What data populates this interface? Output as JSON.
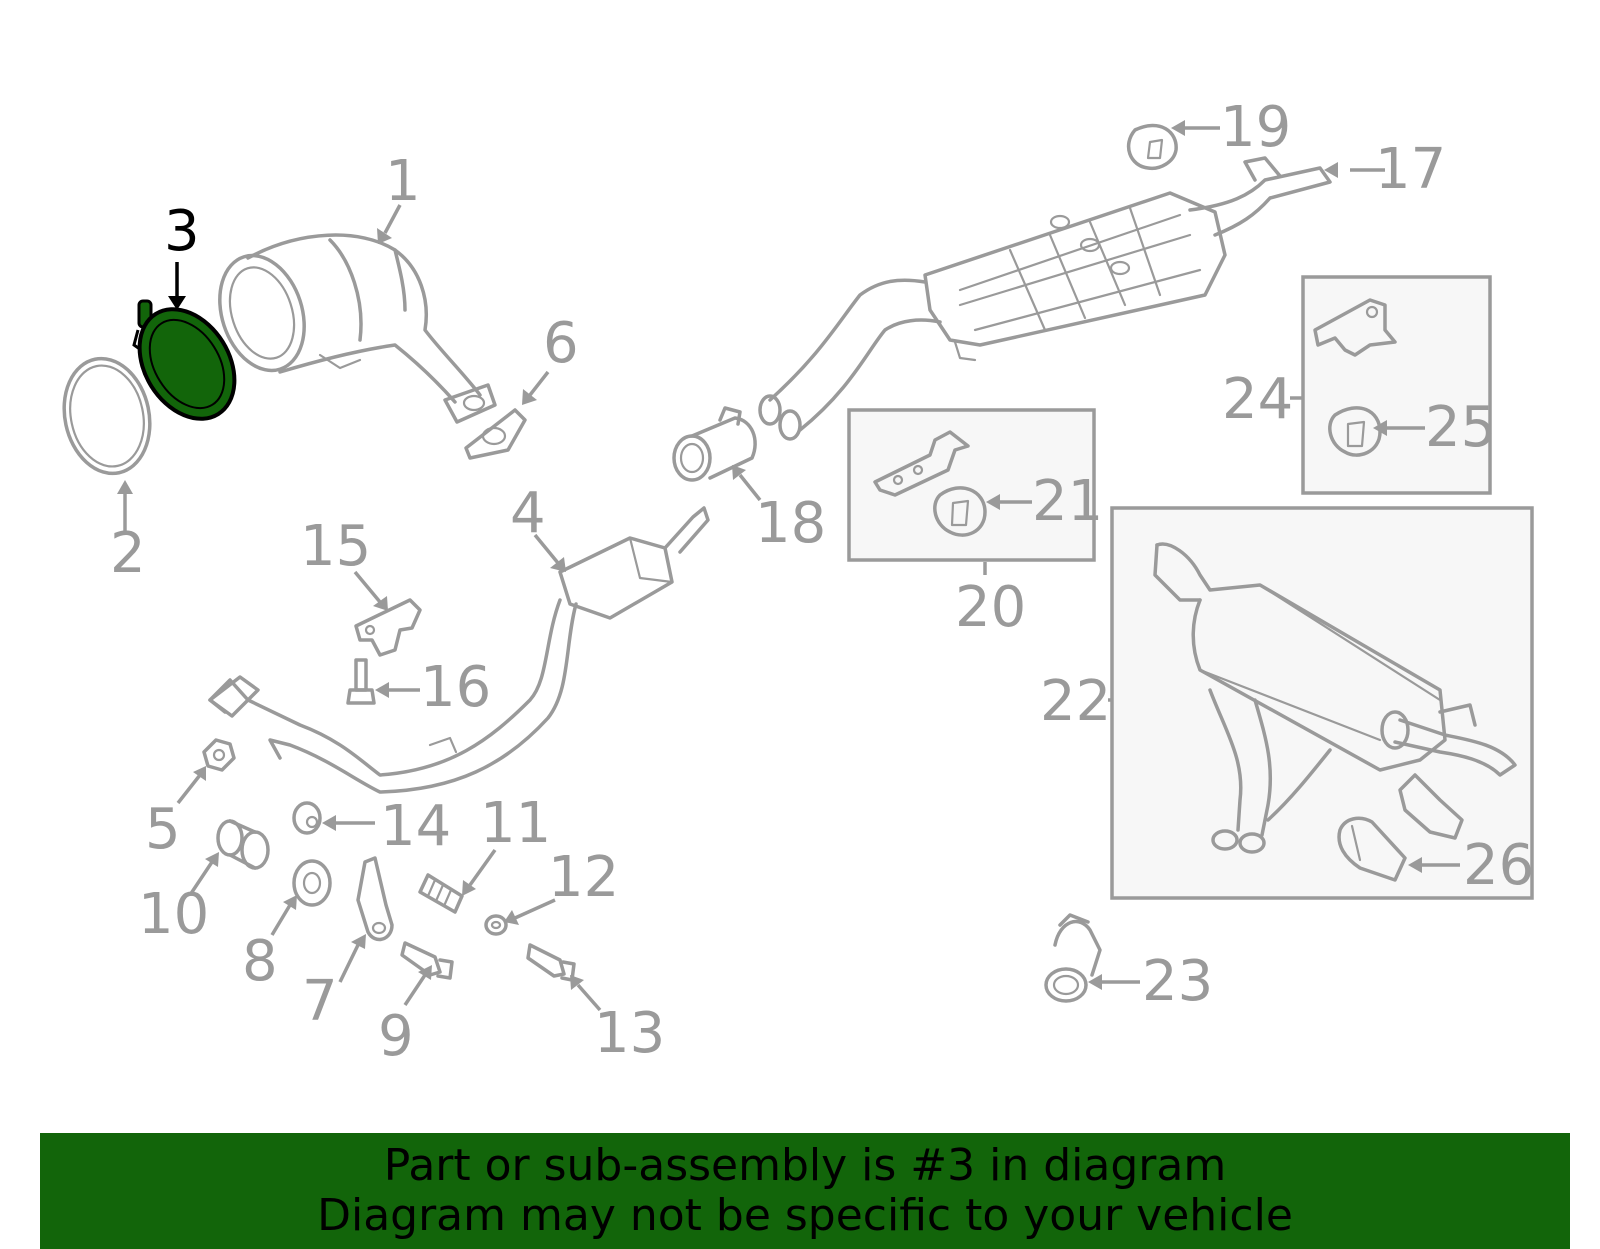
{
  "callouts": [
    "1",
    "2",
    "3",
    "4",
    "5",
    "6",
    "7",
    "8",
    "9",
    "10",
    "11",
    "12",
    "13",
    "14",
    "15",
    "16",
    "17",
    "18",
    "19",
    "20",
    "21",
    "22",
    "23",
    "24",
    "25",
    "26"
  ],
  "highlighted_callout": "3",
  "highlight_color": "#12650a",
  "line_color": "#9a9a9a",
  "banner": {
    "line1": "Part or sub-assembly is #3 in diagram",
    "line2": "Diagram may not be specific to your vehicle",
    "background": "#12650a"
  }
}
